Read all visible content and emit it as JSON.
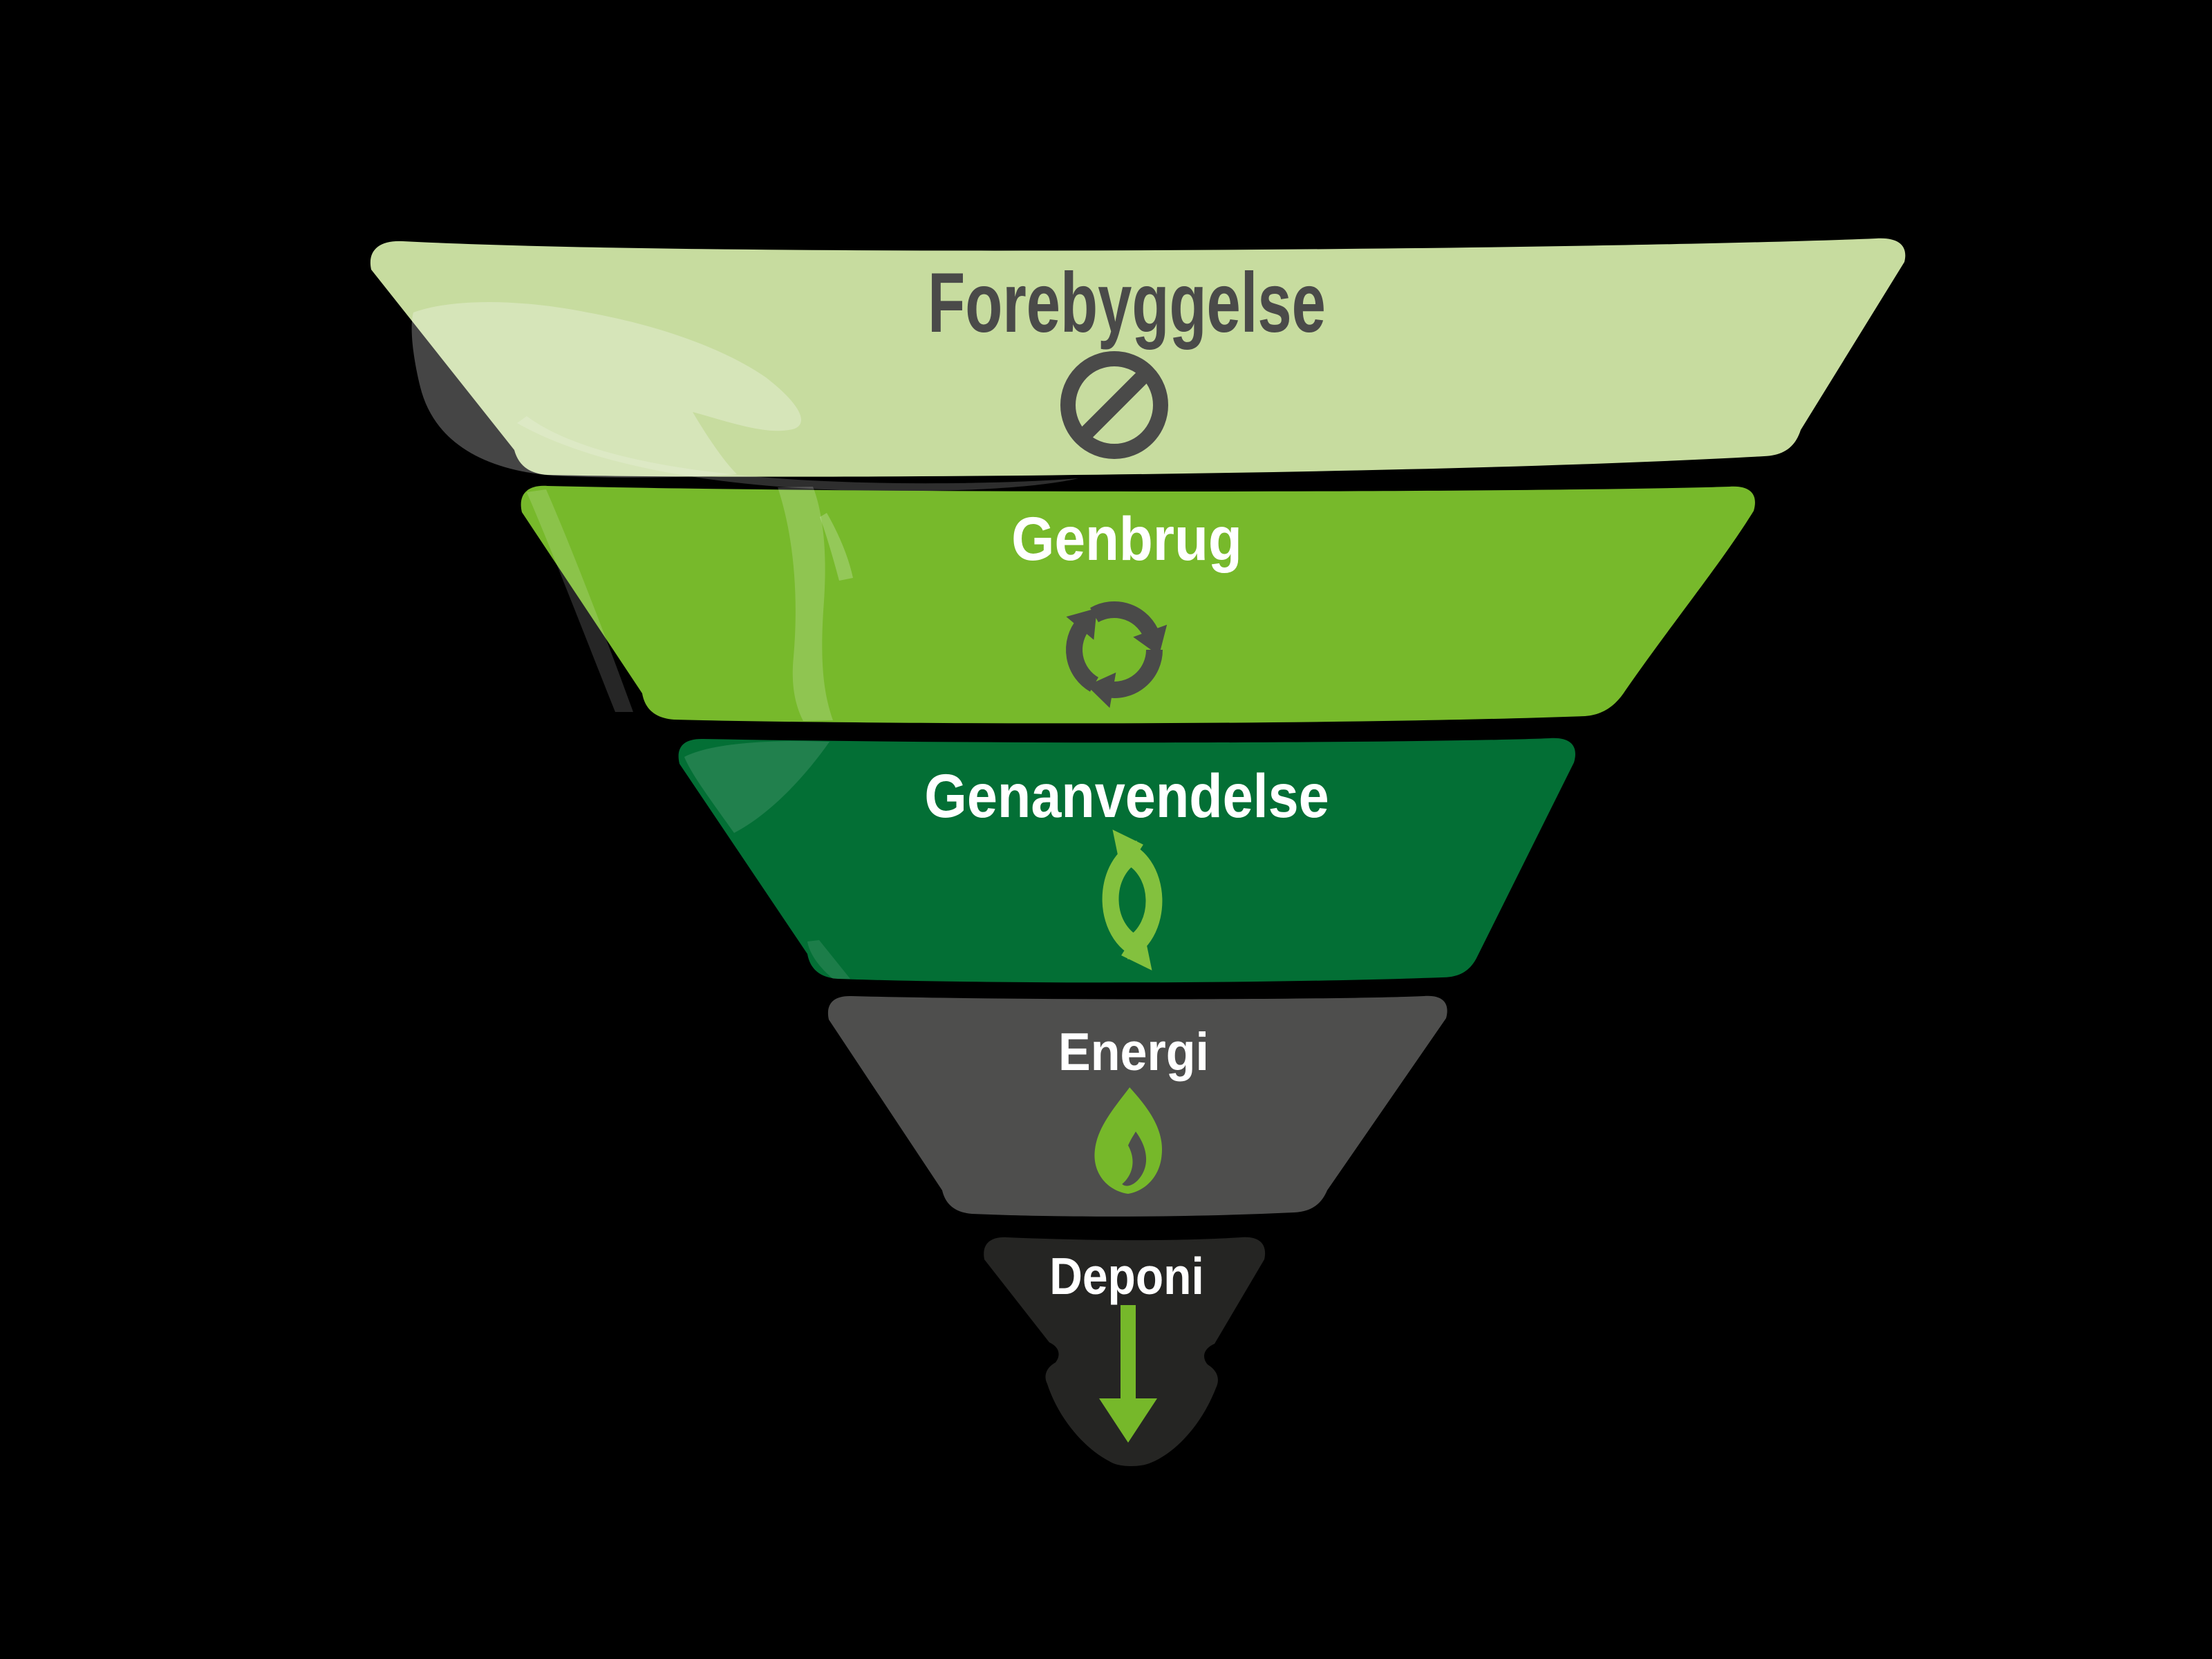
{
  "diagram": {
    "background_color": "#000000",
    "levels": [
      {
        "label": "Forebyggelse",
        "band_color": "#c7dc9f",
        "label_color": "#4a4a49",
        "icon": "prohibition-icon",
        "icon_color": "#4a4a49"
      },
      {
        "label": "Genbrug",
        "band_color": "#77b92b",
        "label_color": "#ffffff",
        "icon": "recycling-loop-icon",
        "icon_color": "#4a4a49"
      },
      {
        "label": "Genanvendelse",
        "band_color": "#036f35",
        "label_color": "#ffffff",
        "icon": "two-arrow-cycle-icon",
        "icon_color": "#83c13e"
      },
      {
        "label": "Energi",
        "band_color": "#4e4e4d",
        "label_color": "#ffffff",
        "icon": "flame-icon",
        "icon_color": "#76b82a"
      },
      {
        "label": "Deponi",
        "band_color": "#252523",
        "label_color": "#ffffff",
        "icon": "down-arrow-icon",
        "icon_color": "#76b82a"
      }
    ]
  }
}
